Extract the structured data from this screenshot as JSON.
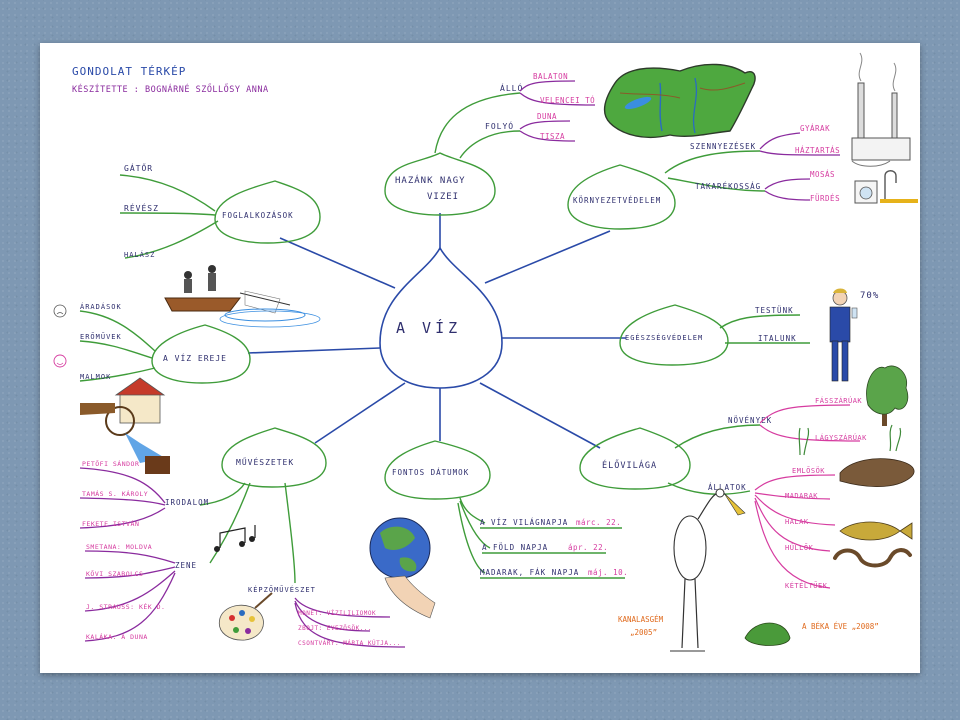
{
  "header": {
    "title": "GONDOLAT TÉRKÉP",
    "author": "KÉSZÍTETTE : BOGNÁRNÉ SZŐLLŐSY ANNA"
  },
  "center": {
    "label": "A VÍZ"
  },
  "branches": {
    "vizei": {
      "label_line1": "HAZÁNK NAGY",
      "label_line2": "VIZEI",
      "allo": "ÁLLÓ",
      "allo_items": [
        "BALATON",
        "VELENCEI TÓ"
      ],
      "folyo": "FOLYÓ",
      "folyo_items": [
        "DUNA",
        "TISZA"
      ]
    },
    "kornyezet": {
      "label": "KÖRNYEZETVÉDELEM",
      "szennyezesek": "SZENNYEZÉSEK",
      "szenny_items": [
        "GYÁRAK",
        "HÁZTARTÁS"
      ],
      "takarekossag": "TAKARÉKOSSÁG",
      "takarek_items": [
        "MOSÁS",
        "FÜRDÉS"
      ]
    },
    "foglalkozasok": {
      "label": "FOGLALKOZÁSOK",
      "items": [
        "GÁTŐR",
        "RÉVÉSZ",
        "HALÁSZ"
      ]
    },
    "egeszseg": {
      "label": "EGÉSZSÉGVÉDELEM",
      "items": [
        "TESTÜNK",
        "ITALUNK"
      ],
      "percent": "70%"
    },
    "ereje": {
      "label": "A VÍZ EREJE",
      "items": [
        "ÁRADÁSOK",
        "ERŐMŰVEK",
        "MALMOK"
      ]
    },
    "elovilaga": {
      "label": "ÉLŐVILÁGA",
      "novenyek": "NÖVÉNYEK",
      "noveny_items": [
        "FÁSSZÁRÚAK",
        "LÁGYSZÁRÚAK"
      ],
      "allatok": "ÁLLATOK",
      "allat_items": [
        "EMLŐSÖK",
        "MADARAK",
        "HALAK",
        "HÜLLŐK",
        "KÉTÉLTŰEK"
      ],
      "kanalasgem": "KANALASGÉM",
      "kanalasgem_year": "„2005”",
      "beka": "A BÉKA ÉVE „2008”"
    },
    "datumok": {
      "label": "FONTOS DÁTUMOK",
      "items": [
        {
          "name": "A VÍZ VILÁGNAPJA",
          "date": "márc. 22."
        },
        {
          "name": "A FÖLD NAPJA",
          "date": "ápr. 22."
        },
        {
          "name": "MADARAK, FÁK NAPJA",
          "date": "máj. 10."
        }
      ]
    },
    "muveszetek": {
      "label": "MŰVÉSZETEK",
      "irodalom": "IRODALOM",
      "irodalom_items": [
        "PETŐFI SÁNDOR",
        "TAMÁS S. KÁROLY",
        "FEKETE ISTVÁN"
      ],
      "zene": "ZENE",
      "zene_items": [
        "SMETANA: MOLDVA",
        "KŐVI SZABOLCS",
        "J. STRAUSS: KÉK D.",
        "KALÁKA: A DUNA"
      ],
      "kezmuvesseg": "KÉPZŐMŰVÉSZET",
      "kezmuvesseg_items": [
        "MONET: VÍZILILIOMOK",
        "ZBOJT: EVEZŐSÖK...",
        "CSONTVÁRY: MÁRIA KÚTJA..."
      ]
    }
  },
  "colors": {
    "green": "#3f9c3a",
    "purple": "#8a2b9e",
    "pink": "#d63ca0",
    "orange": "#e06b1f",
    "blue": "#2a4aa8",
    "background": "#7e98b3"
  }
}
